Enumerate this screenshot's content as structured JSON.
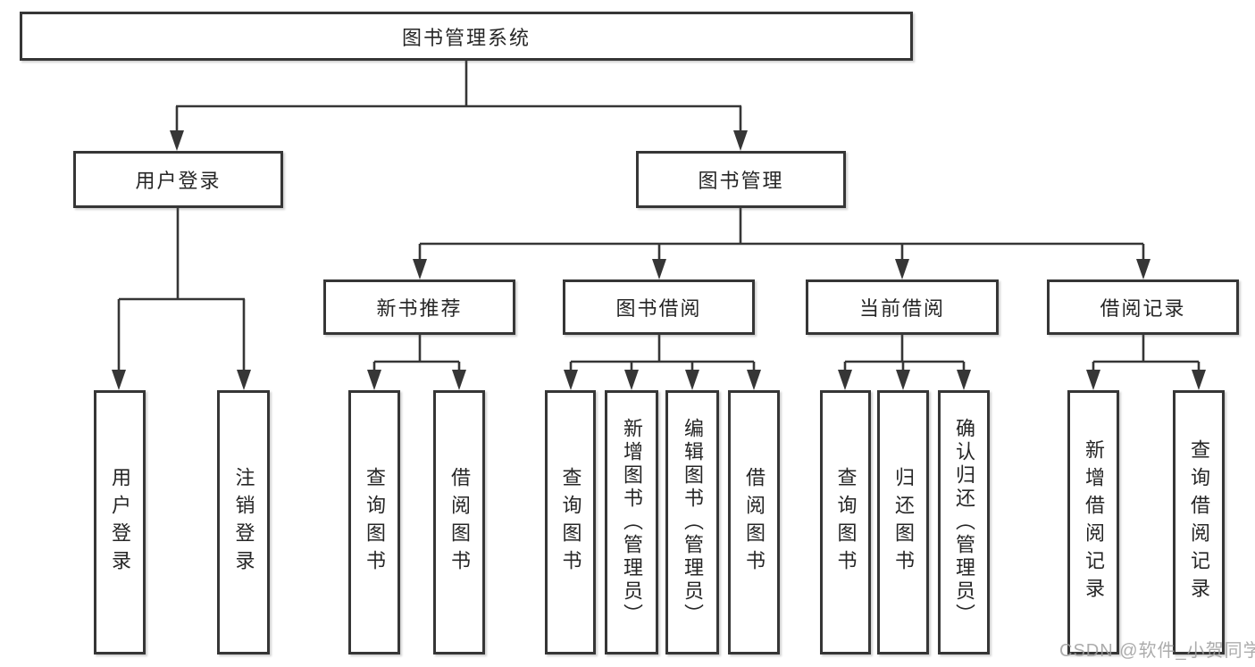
{
  "nodes": {
    "root": "图书管理系统",
    "user_login": "用户登录",
    "book_management": "图书管理",
    "new_book_recommend": "新书推荐",
    "book_borrow": "图书借阅",
    "current_borrow": "当前借阅",
    "borrow_records": "借阅记录",
    "leaves": {
      "user_login_1": "用户登录",
      "user_login_2": "注销登录",
      "recommend_1": "查询图书",
      "recommend_2": "借阅图书",
      "borrow_1": "查询图书",
      "borrow_2": "新增图书（管理员）",
      "borrow_3": "编辑图书（管理员）",
      "borrow_4": "借阅图书",
      "current_1": "查询图书",
      "current_2": "归还图书",
      "current_3": "确认归还（管理员）",
      "records_1": "新增借阅记录",
      "records_2": "查询借阅记录"
    }
  },
  "watermark": "CSDN @软件_小贺同学",
  "colors": {
    "line": "#363636",
    "text": "#262626",
    "box_background": "#ffffff",
    "watermark": "#9e9e9e"
  }
}
